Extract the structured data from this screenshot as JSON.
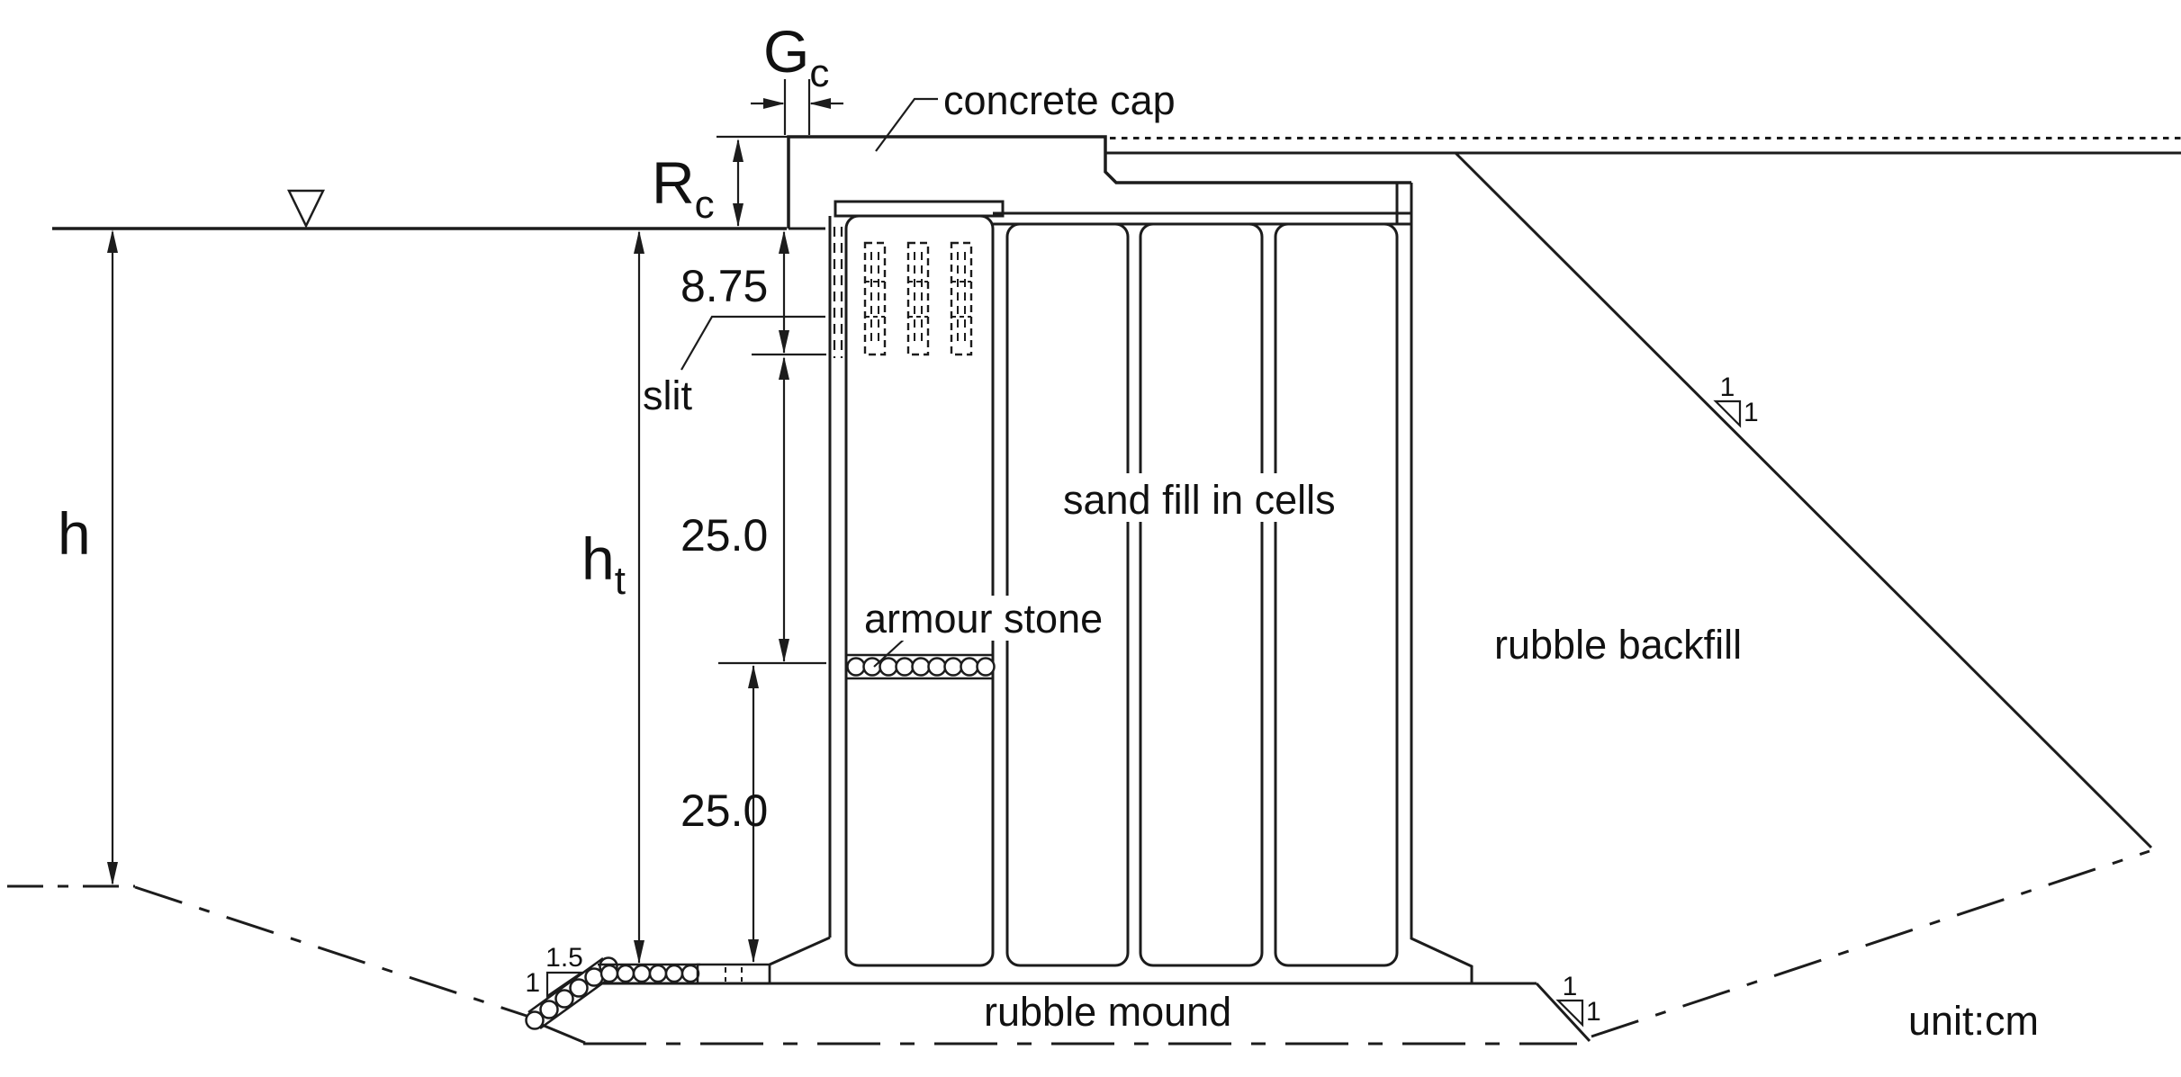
{
  "figure": {
    "type": "breakwater-cross-section-diagram",
    "labels": {
      "concrete_cap": "concrete cap",
      "slit": "slit",
      "sand_fill": "sand fill in cells",
      "armour_stone": "armour stone",
      "rubble_backfill": "rubble backfill",
      "rubble_mound": "rubble mound",
      "unit": "unit:cm"
    },
    "symbols": {
      "gc": "G",
      "gc_sub": "c",
      "rc": "R",
      "rc_sub": "c",
      "h": "h",
      "ht": "h",
      "ht_sub": "t"
    },
    "dimensions": {
      "slit_height": "8.75",
      "upper_cell": "25.0",
      "lower_cell": "25.0"
    },
    "slopes": {
      "left_run": "1.5",
      "left_rise": "1",
      "mound_run": "1",
      "mound_rise": "1",
      "backfill_run": "1",
      "backfill_rise": "1"
    },
    "colors": {
      "line": "#1c1c1c",
      "background": "#ffffff"
    }
  }
}
